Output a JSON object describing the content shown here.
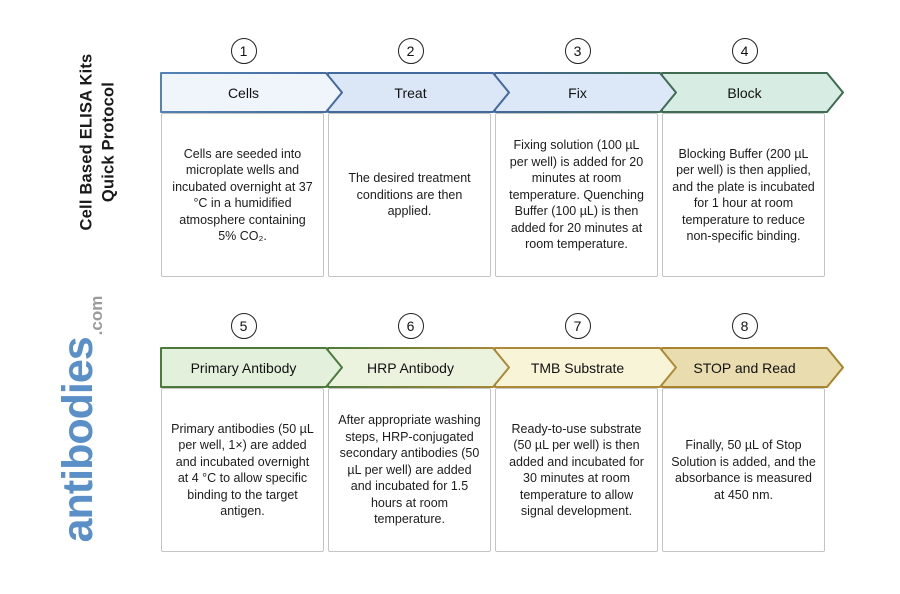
{
  "page": {
    "background": "#ffffff"
  },
  "sidebar": {
    "title_line1": "Cell Based ELISA Kits",
    "title_line2": "Quick Protocol",
    "logo_text": "antibodies",
    "logo_suffix": ".com",
    "logo_blue": "#5b8fc7",
    "logo_gray": "#9b9b9b"
  },
  "steps": [
    {
      "number": "1",
      "label": "Cells",
      "description": "Cells are seeded into microplate wells and incubated overnight at 37 °C in a humidified atmosphere containing 5% CO₂.",
      "fill": "#eff5fb",
      "stroke_start": "#5383b4",
      "stroke_end": "#44699c"
    },
    {
      "number": "2",
      "label": "Treat",
      "description": "The desired treatment conditions are then applied.",
      "fill": "#dbe6f7",
      "stroke_start": "#44699c",
      "stroke_end": "#44699c"
    },
    {
      "number": "3",
      "label": "Fix",
      "description": "Fixing solution (100 µL per well) is added for 20 minutes at room temperature. Quenching Buffer (100 µL) is then added for 20 minutes at room temperature.",
      "fill": "#dce8f7",
      "stroke_start": "#44699c",
      "stroke_end": "#3f6b52"
    },
    {
      "number": "4",
      "label": "Block",
      "description": "Blocking Buffer (200 µL per well) is then applied, and the plate is incubated for 1 hour at room temperature to reduce non-specific binding.",
      "fill": "#d7ece2",
      "stroke_start": "#3f6b52",
      "stroke_end": "#3f6b52"
    },
    {
      "number": "5",
      "label": "Primary Antibody",
      "description": "Primary antibodies (50 µL per well, 1×) are added and incubated overnight at 4 °C to allow specific binding to the target antigen.",
      "fill": "#e2f0dc",
      "stroke_start": "#4d7a3c",
      "stroke_end": "#4d7a3c"
    },
    {
      "number": "6",
      "label": "HRP Antibody",
      "description": "After appropriate washing steps, HRP-conjugated secondary antibodies (50 µL per well) are added and incubated for 1.5 hours at room temperature.",
      "fill": "#ebf3de",
      "stroke_start": "#4d7a3c",
      "stroke_end": "#ad8a38"
    },
    {
      "number": "7",
      "label": "TMB Substrate",
      "description": "Ready-to-use substrate (50 µL per well) is then added and incubated for 30 minutes at room temperature to allow signal development.",
      "fill": "#f8f4d8",
      "stroke_start": "#ad8a38",
      "stroke_end": "#ad8a38"
    },
    {
      "number": "8",
      "label": "STOP and Read",
      "description": "Finally, 50 µL of Stop Solution is added, and the absorbance is measured at 450 nm.",
      "fill": "#e9dcae",
      "stroke_start": "#a8842e",
      "stroke_end": "#a8842e"
    }
  ]
}
